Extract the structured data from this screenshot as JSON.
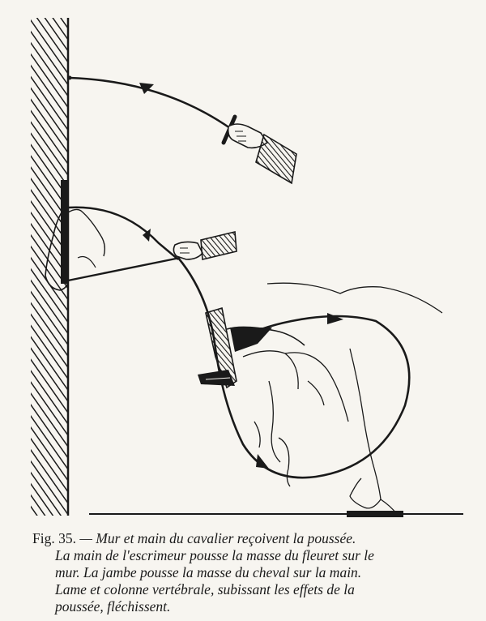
{
  "caption": {
    "label": "Fig. 35.",
    "lines": [
      "— Mur et main du cavalier reçoivent la poussée.",
      "La main de l'escrimeur pousse la masse du fleuret sur le",
      "mur. La jambe pousse la masse du cheval sur la main.",
      "Lame et colonne vertébrale, subissant les effets de la",
      "poussée, fléchissent."
    ]
  },
  "colors": {
    "ink": "#1a1a1a",
    "paper": "#f7f5f0"
  }
}
